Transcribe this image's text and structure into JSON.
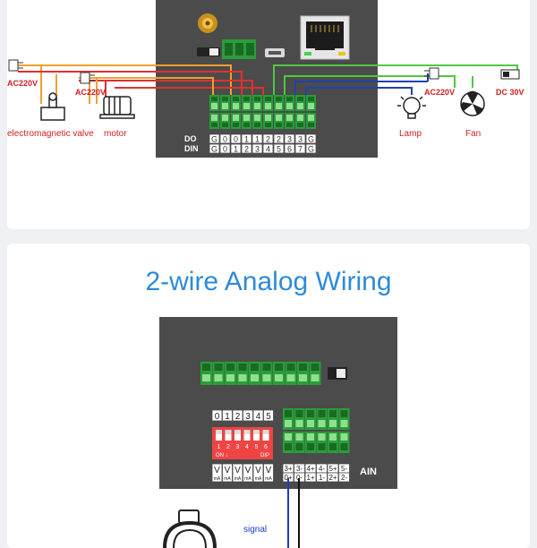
{
  "top_diagram": {
    "labels": {
      "ac_left1": "AC220V",
      "ac_left2": "AC220V",
      "ac_right": "AC220V",
      "dc": "DC  30V",
      "valve": "electromagnetic valve",
      "motor": "motor",
      "lamp": "Lamp",
      "fan": "Fan",
      "do_label": "DO",
      "din_label": "DIN"
    },
    "do_row": [
      "G",
      "0",
      "0",
      "1",
      "1",
      "2",
      "2",
      "3",
      "3",
      "G"
    ],
    "din_row": [
      "G",
      "0",
      "1",
      "2",
      "3",
      "4",
      "5",
      "6",
      "7",
      "G"
    ]
  },
  "bottom_section": {
    "title": "2-wire Analog Wiring",
    "dip_numbers": [
      "0",
      "1",
      "2",
      "3",
      "4",
      "5"
    ],
    "dip_on": "ON",
    "dip_arrow": "↓",
    "dip_switch_numbers": [
      "1",
      "2",
      "3",
      "4",
      "5",
      "6"
    ],
    "dip_text": "DIP",
    "v_row": [
      "V",
      "V",
      "V",
      "V",
      "V",
      "V"
    ],
    "ma_row": [
      "mA",
      "mA",
      "mA",
      "mA",
      "mA",
      "mA"
    ],
    "ain_top": [
      "3+",
      "3-",
      "4+",
      "4-",
      "5+",
      "5-"
    ],
    "ain_bottom": [
      "0+",
      "0-",
      "1+",
      "1-",
      "2+",
      "2-"
    ],
    "ain_label": "AIN",
    "signal_label": "signal"
  },
  "colors": {
    "panel": "#4b4b4b",
    "terminal_green": "#2a9d3a",
    "wire_orange": "#f0a030",
    "wire_red": "#e03030",
    "wire_green": "#50c840",
    "wire_blue": "#2040b0",
    "title_blue": "#2e8ad8",
    "dip_red": "#ee4444"
  }
}
